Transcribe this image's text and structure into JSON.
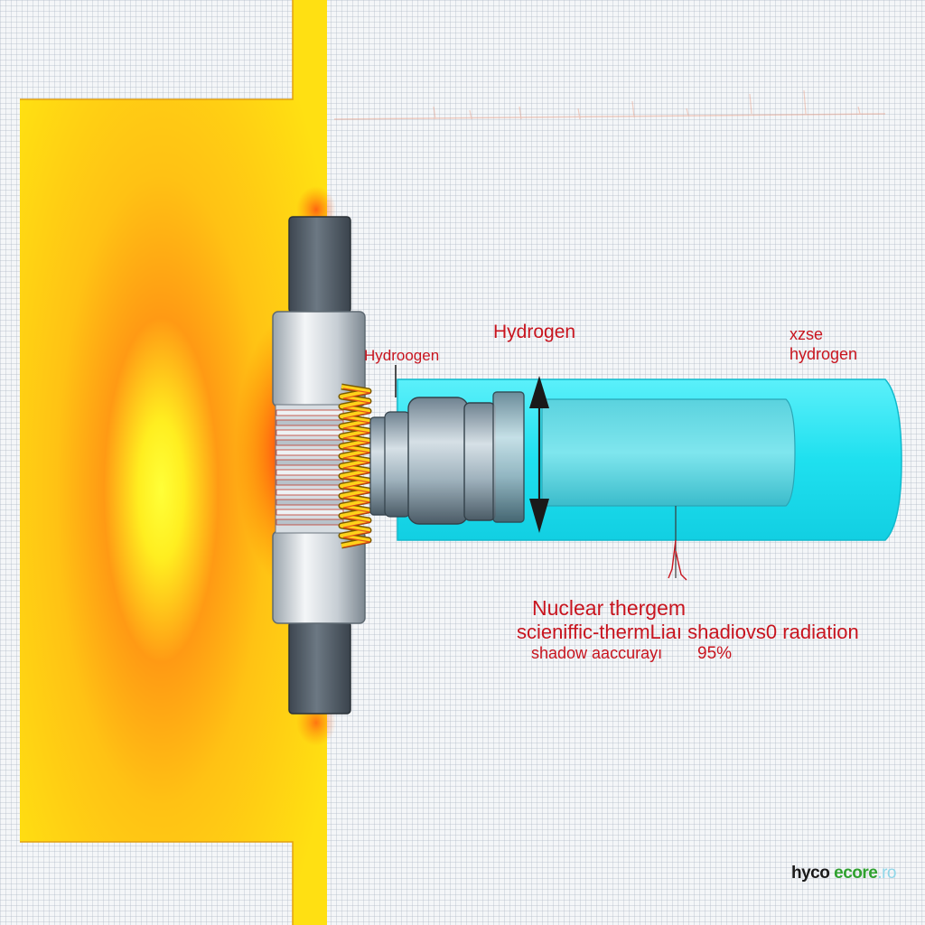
{
  "labels": {
    "hydrogen_left": "Hydroogen",
    "hydrogen_center": "Hydrogen",
    "xzse": "xzse",
    "hydrogen_right": "hydrogen",
    "nuclear_title": "Nuclear  thergem",
    "scientific_line": "scieniffic-thermLiaı shadiovs0 radiation",
    "shadow_line": "shadow aaccurayı",
    "percent_value": "95%"
  },
  "watermark": {
    "part1": "hyco ",
    "part2": "ecore",
    "part3": ".ro"
  },
  "colors": {
    "heat_core": "#ffff30",
    "heat_mid": "#ff8c00",
    "heat_outer": "#ffd800",
    "coolant_cyan": "#21e1f0",
    "label_red": "#c8141e",
    "metal": "#c9d0d6"
  }
}
